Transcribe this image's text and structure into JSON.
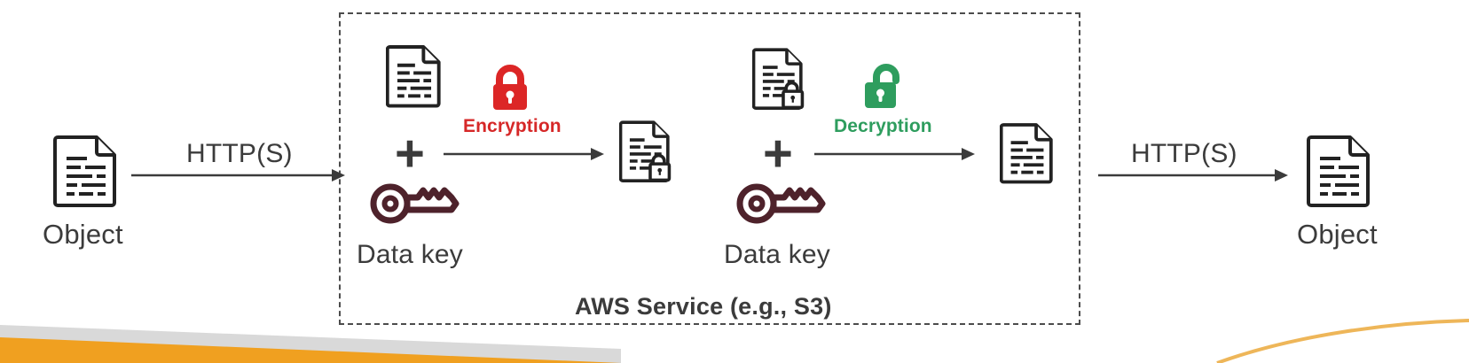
{
  "diagram": {
    "title": "AWS Service (e.g., S3)",
    "type": "encryption-decryption-flow",
    "colors": {
      "lock_closed_red": "#DC2626",
      "lock_open_green": "#2E9D5E",
      "key_maroon": "#4E222B",
      "document_outline": "#222222",
      "text_gray": "#3B3B3B",
      "dashed_border": "#4C4C4C",
      "swoosh_orange": "#F0A020",
      "swoosh_gray": "#D9D9D9"
    },
    "left": {
      "object_label": "Object",
      "object_icon": "document-icon",
      "transport_label": "HTTP(S)",
      "arrow_icon": "arrow-right-icon"
    },
    "encryption_stage": {
      "plaintext_icon": "document-icon",
      "operation_label": "Encryption",
      "operation_icon": "padlock-closed-icon",
      "plus_symbol": "+",
      "key_label": "Data key",
      "key_icon": "key-icon",
      "arrow_icon": "arrow-right-icon",
      "result_icon": "document-locked-icon"
    },
    "decryption_stage": {
      "ciphertext_icon": "document-locked-icon",
      "operation_label": "Decryption",
      "operation_icon": "padlock-open-icon",
      "plus_symbol": "+",
      "key_label": "Data key",
      "key_icon": "key-icon",
      "arrow_icon": "arrow-right-icon",
      "result_icon": "document-icon"
    },
    "right": {
      "transport_label": "HTTP(S)",
      "arrow_icon": "arrow-right-icon",
      "object_label": "Object",
      "object_icon": "document-icon"
    }
  }
}
